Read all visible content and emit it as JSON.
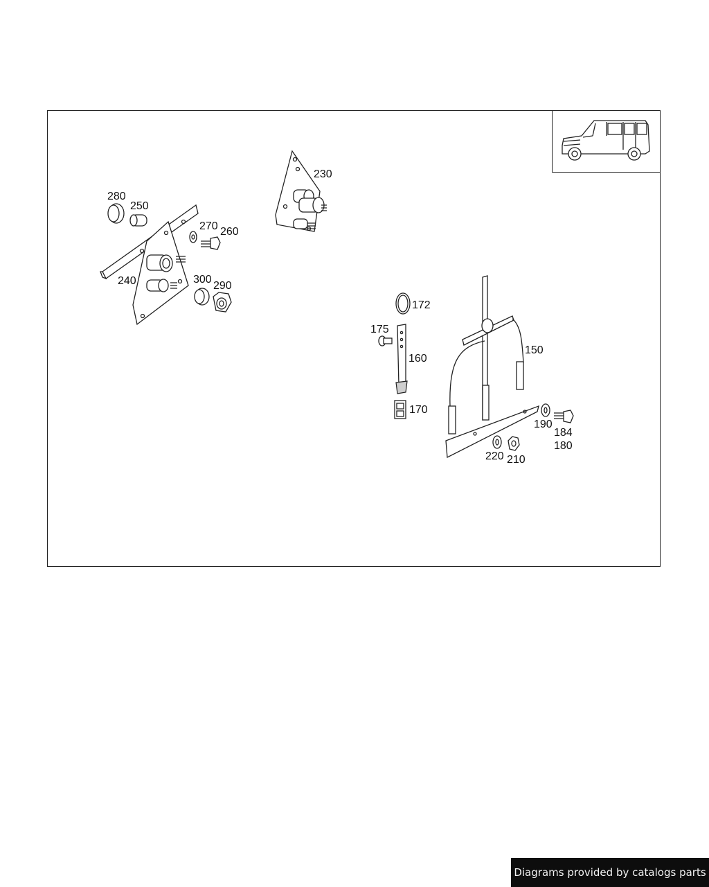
{
  "labels": {
    "p280": "280",
    "p250": "250",
    "p270": "270",
    "p260": "260",
    "p240": "240",
    "p300": "300",
    "p290": "290",
    "p230": "230",
    "p172": "172",
    "p175": "175",
    "p160": "160",
    "p170": "170",
    "p150": "150",
    "p190": "190",
    "p184": "184",
    "p180": "180",
    "p220": "220",
    "p210": "210"
  },
  "footer": {
    "text": "Diagrams provided by catalogs parts"
  },
  "thumbnail": {
    "icon": "vehicle-icon"
  },
  "colors": {
    "line": "#222222",
    "footer_bg": "#0d0d0d",
    "footer_text": "#f2f2f2"
  }
}
